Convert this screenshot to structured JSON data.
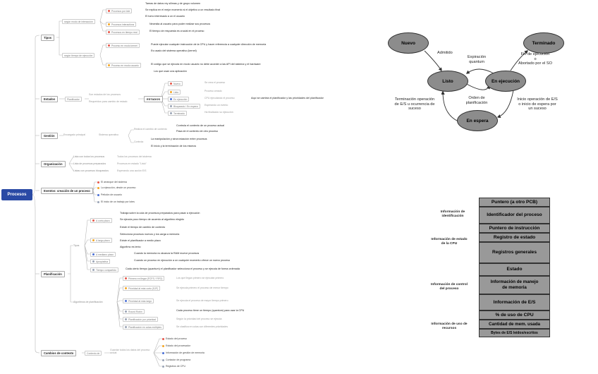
{
  "root": "Procesos",
  "tipos": {
    "label": "Tipos",
    "g1": "según modo de interacción",
    "g2": "según tiempo de ejecución",
    "items": [
      "Procesos por lote",
      "Procesos interactivos",
      "Procesos en tiempo real",
      "Proceso en modo kernel",
      "Proceso en modo usuario"
    ],
    "details": [
      "Tareas de datos rey silimas y de grupo volumen",
      "Se explica en el mejor momento si el objetivo a un resultado final",
      "El tomo interesado a un el usuario",
      "Necesita al usuario para poder realizar sus procesos",
      "El tiempo de respuesta es crucial en el proceso",
      "Puede ejecutar cualquier instrucción de la CPU y hacer referencia a cualquier dirección de memoria",
      "Es usado del sistema operativo (kernel)",
      "El código que se ejecuta en modo usuario no debe acceder a las API del sistema y el hardware",
      "Los que usan una aplicación"
    ]
  },
  "estados": {
    "label": "Estados",
    "sub": [
      "Planificador",
      "Son estados de los procesos",
      "Requeridos para cambio de estado"
    ],
    "box": "ESTADOS",
    "states": [
      "Nuevo",
      "Listo",
      "En ejecución",
      "Bloqueado / En espera",
      "Terminado"
    ],
    "notes": [
      "Se crea el proceso",
      "Proceso creado",
      "CPU ejecutando el proceso",
      "Esperando un evento",
      "Ha finalizado su ejecución",
      "Aquí se cambia el planificador y las prioridades del planificador"
    ]
  },
  "gestion": {
    "label": "Gestión",
    "sub": [
      "Encargado principal",
      "Sistema operativo"
    ],
    "g1": "Realiza el cambio de contexto",
    "g2": "Controla",
    "details": [
      "Controla el contexto de un proceso actual",
      "Pasa de el contexto de otro proceso",
      "La manipulación y sincronización entre procesos",
      "El inicio y la terminación de los mismos"
    ]
  },
  "organizacion": {
    "label": "Organización",
    "items": [
      "Lista con todos los procesos",
      "Lista de procesos preparados",
      "Listas con procesos bloqueados"
    ],
    "notes": [
      "Todos los procesos del sistema",
      "Procesos en estado \"Listo\"",
      "Esperando una acción E/S"
    ]
  },
  "creacion": {
    "label": "Eventos: creación de un proceso",
    "items": [
      "El arranque del sistema",
      "La ejecución, desde un proceso",
      "Petición de usuario",
      "El inicio de un trabajo por lotes"
    ]
  },
  "planificacion": {
    "label": "Planificación",
    "g1": "Tipos",
    "g2": "Algoritmos de planificación",
    "tipos": [
      "A corto plazo",
      "A largo plazo",
      "A mediano plazo",
      "Apropiativa",
      "Tiempo compartido"
    ],
    "details": [
      "Trabaja sobre la cola de procesos preparados para pasar a ejecución",
      "Se ejecuta poco tiempo de acuerdo al algoritmo elegido",
      "Existe el tiempo de cambio de contexto",
      "Selecciona procesos nuevos y los carga a memoria",
      "Existe el planificador a medio plazo",
      "Algoritmo es lento",
      "Cuando la memoria no alcanza la RAM mueve procesos",
      "Cuando un proceso en ejecución a un cualquier momento ofrece un nuevo proceso",
      "Cada cierto tiempo (quantum) el planificador selecciona el proceso y se ejecuta de forma ordenada"
    ],
    "algos": [
      "Primero en llegar (FCFS / FIFO)",
      "Prioridad al más corto (SJF)",
      "Prioridad al más largo",
      "Round Robin",
      "Planificación por prioridad",
      "Planificación en colas múltiples"
    ],
    "algo_notes": [
      "Los que llegan primero se ejecutan primero",
      "Se ejecuta primero el proceso de menor tiempo",
      "Se ejecuta el proceso de mayor tiempo primero",
      "Cada proceso tiene un tiempo (quantum) para usar la CPU",
      "Según la prioridad del proceso se ejecuta",
      "Se clasifica en colas con diferentes prioridades"
    ]
  },
  "cambio": {
    "label": "Cambios de contexto",
    "sub": "Contexto de",
    "desc": "Guardar todos los datos del proceso actual",
    "items": [
      "Estado del proceso",
      "Estado del procesador",
      "Información de gestión de memoria",
      "Contador de programa",
      "Registros de CPU"
    ]
  },
  "diagram": {
    "states": [
      "Nuevo",
      "Listo",
      "En ejecución",
      "En espera",
      "Terminado"
    ],
    "labels": {
      "admitido": "Admitido",
      "expiracion": "Expiración\nquantum",
      "orden": "Orden de\nplanificación",
      "fin": "Fin de ejecución\no\nAbortado por el SO",
      "terminacion": "Terminación operación\nde E/S u ocurrencia de\nsuceso",
      "inicio": "Inicio operación de E/S\no inicio de espera por\nun suceso"
    }
  },
  "pcb": {
    "rows": [
      "Puntero (a otro PCB)",
      "Identificador del proceso",
      "Puntero de instrucción",
      "Registro de estado",
      "Registros generales",
      "Estado",
      "Información de manejo\nde memoria",
      "Información de E/S",
      "% de uso de CPU",
      "Cantidad de mem. usada",
      "Bytes de E/S leídos/escritos"
    ],
    "groups": [
      "Información de\nidentificación",
      "Información de estado\nde la CPU",
      "Información de control\ndel proceso",
      "Información de uso de\nrecursos"
    ]
  },
  "colors": {
    "root": "#2a4aa5",
    "state_fill": "#8c8c8c",
    "pcb_fill": "#999999",
    "dot_red": "#e8574a",
    "dot_orange": "#f5a623",
    "dot_blue": "#4a6fd6",
    "dot_gray": "#9aa4b6"
  }
}
